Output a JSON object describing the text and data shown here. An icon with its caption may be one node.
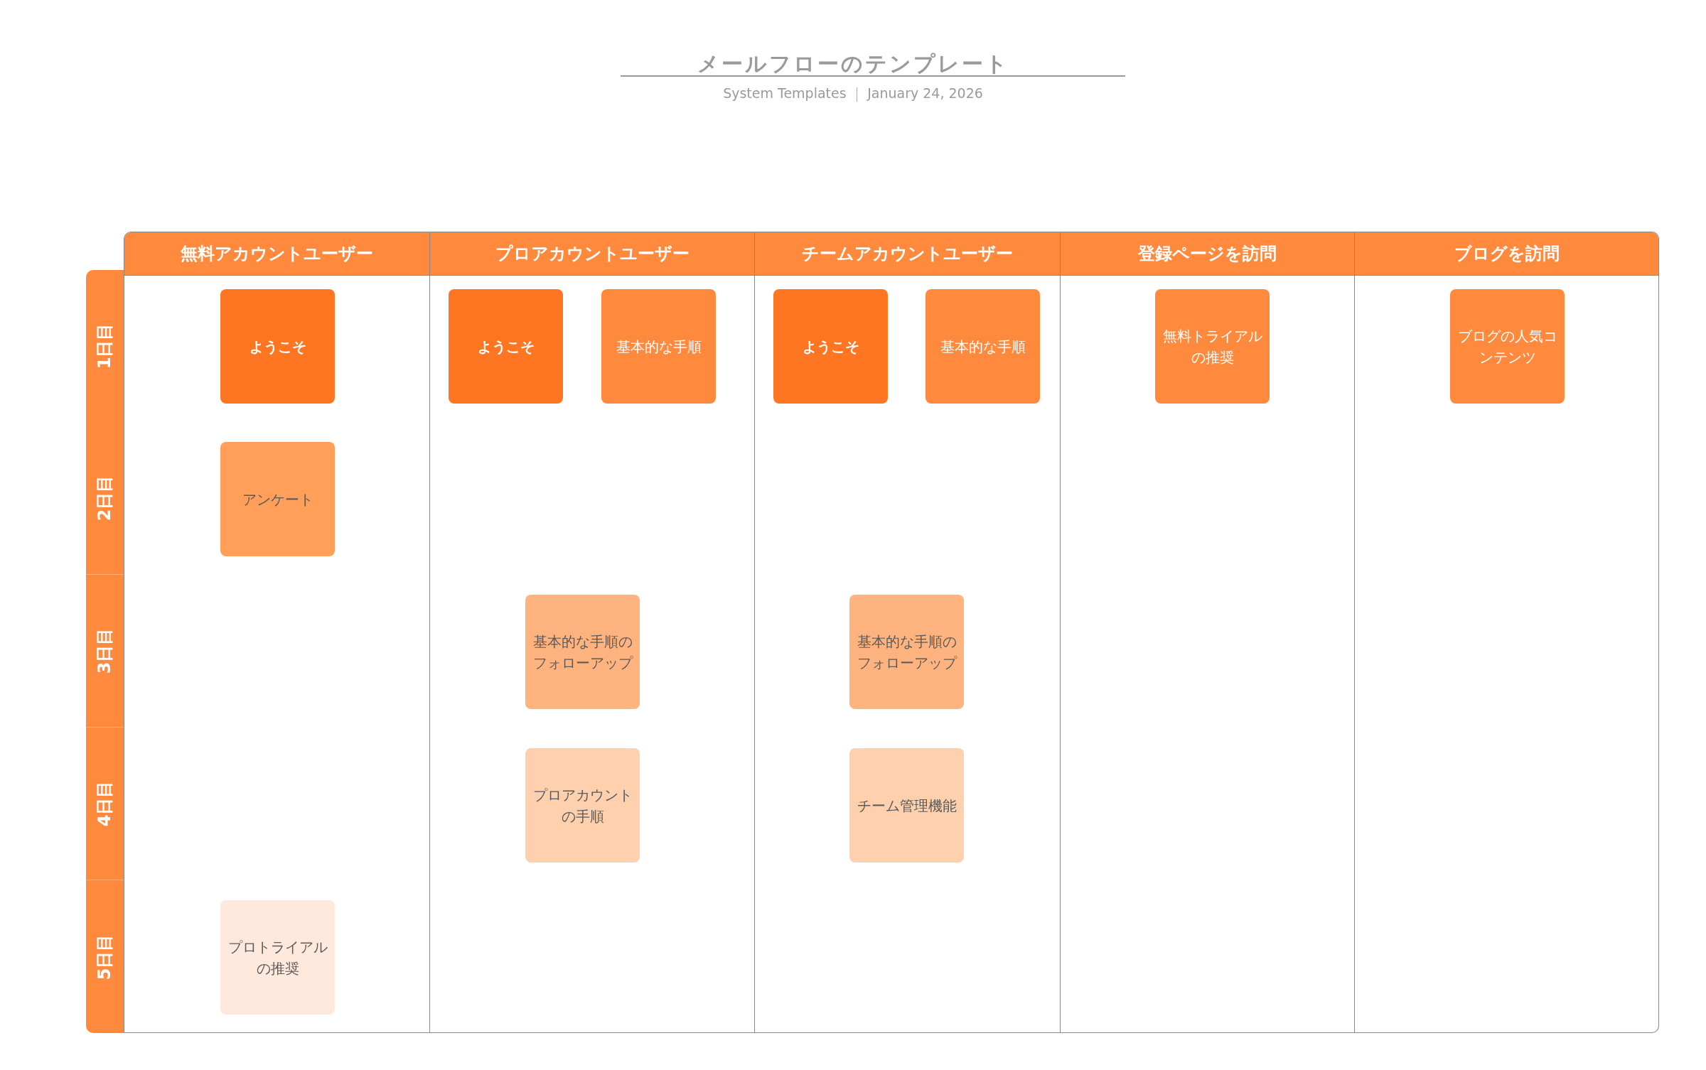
{
  "diagram": {
    "title": "メールフローのテンプレート",
    "nodes": [
      {
        "text": [
          "無料アカウントユーザー"
        ]
      },
      {
        "text": [
          "プロアカウントユーザー"
        ]
      },
      {
        "text": [
          "チームアカウントユーザー"
        ]
      },
      {
        "text": [
          "登録ページを訪問"
        ]
      },
      {
        "text": [
          "ブログを訪問"
        ]
      },
      {
        "text": [
          "1日目"
        ]
      },
      {
        "text": [
          "2日目"
        ]
      },
      {
        "text": [
          "3日目"
        ]
      },
      {
        "text": [
          "4日目"
        ]
      },
      {
        "text": [
          "5日目"
        ]
      },
      {
        "text": [
          "ようこそ"
        ],
        "in": 0
      },
      {
        "text": [
          "アンケート"
        ],
        "in": 0
      },
      {
        "text": [
          "プロトライアルの推奨"
        ],
        "in": 0
      },
      {
        "text": [
          "ようこそ"
        ],
        "in": 1
      },
      {
        "text": [
          "基本的な手順"
        ],
        "in": 1
      },
      {
        "text": [
          "基本的な手順のフォローアップ"
        ],
        "in": 1
      },
      {
        "text": [
          "プロアカウントの手順"
        ],
        "in": 1
      },
      {
        "text": [
          "ようこそ"
        ],
        "in": 2
      },
      {
        "text": [
          "基本的な手順"
        ],
        "in": 2
      },
      {
        "text": [
          "基本的な手順のフォローアップ"
        ],
        "in": 2
      },
      {
        "text": [
          "チーム管理機能"
        ],
        "in": 2
      },
      {
        "text": [
          "無料トライアルの推奨"
        ],
        "in": 3
      },
      {
        "text": [
          "ブログの人気コンテンツ"
        ],
        "in": 4
      }
    ],
    "edges": [],
    "labels": [
      "System Templates",
      "January 24, 2026"
    ]
  }
}
